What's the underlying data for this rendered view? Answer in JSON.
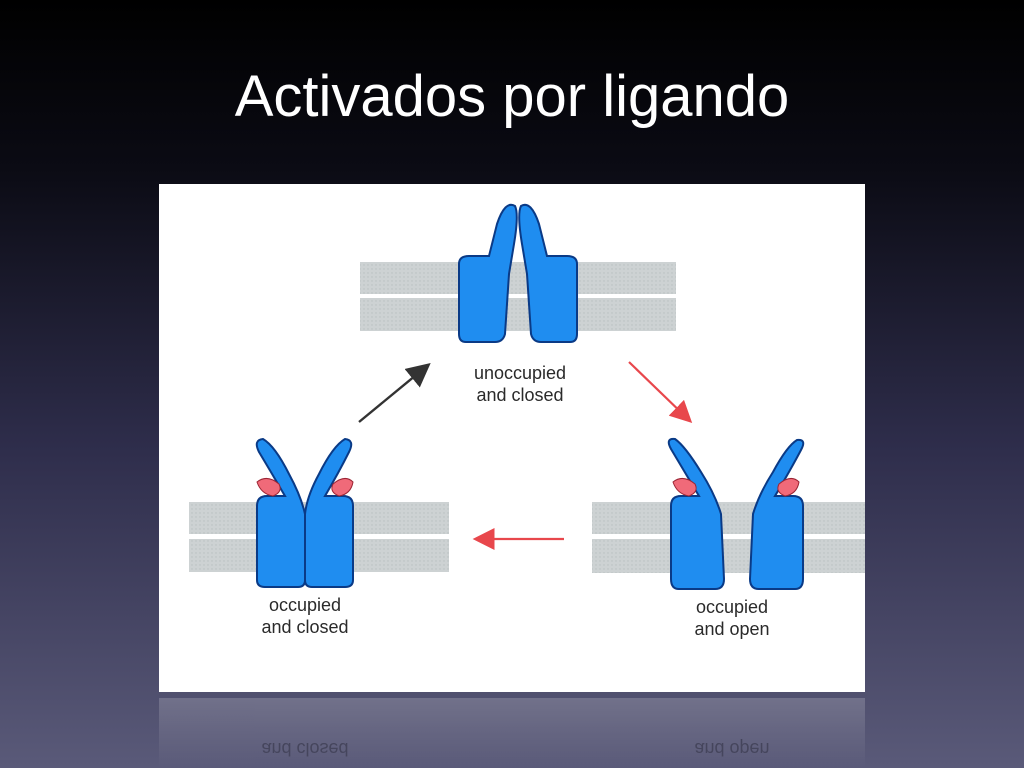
{
  "slide": {
    "title": "Activados por ligando"
  },
  "diagram": {
    "states": [
      {
        "line1": "unoccupied",
        "line2": "and closed"
      },
      {
        "line1": "occupied",
        "line2": "and open"
      },
      {
        "line1": "occupied",
        "line2": "and closed"
      }
    ],
    "colors": {
      "channel": "#1f8df0",
      "channel_outline": "#0a3a86",
      "ligand": "#f06a79",
      "membrane": "#cdd2d3",
      "arrow_red": "#e8474c",
      "arrow_dark": "#333333"
    }
  }
}
